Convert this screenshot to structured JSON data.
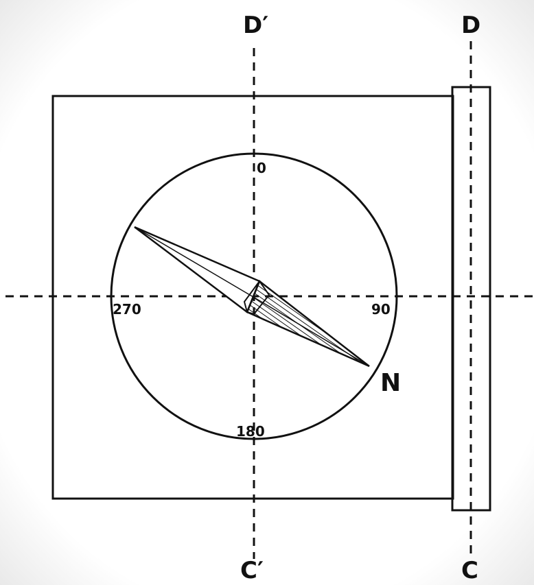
{
  "labels": {
    "top_left_axis": "D′",
    "top_right_axis": "D",
    "bottom_left_axis": "C′",
    "bottom_right_axis": "C",
    "needle_north": "N"
  },
  "dial": {
    "mark_0": "0",
    "mark_90": "90",
    "mark_180": "180",
    "mark_270": "270"
  },
  "colors": {
    "ink": "#111111",
    "paper": "#ffffff"
  }
}
